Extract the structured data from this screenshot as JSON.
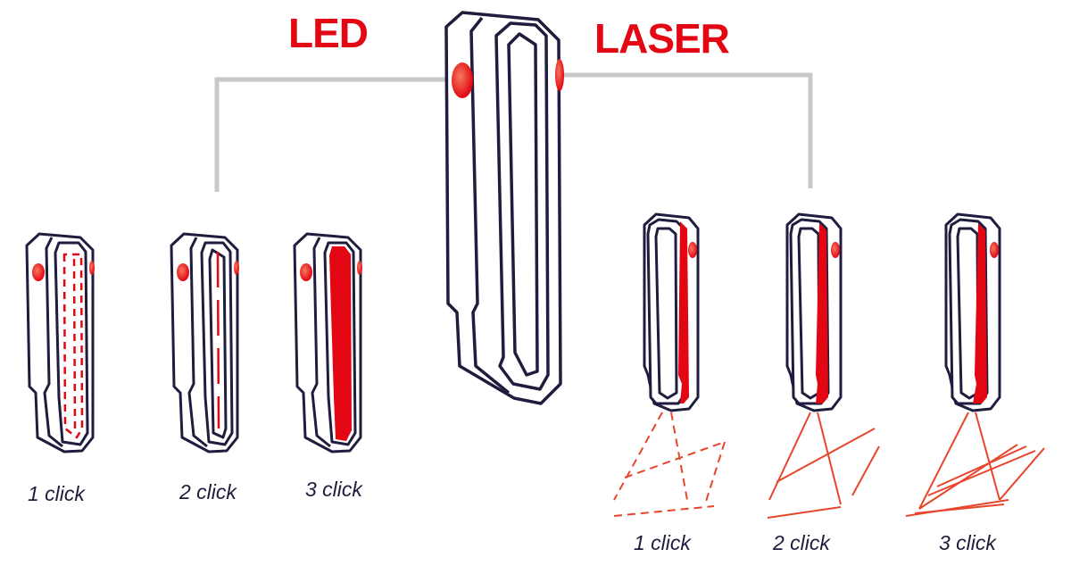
{
  "titles": {
    "led": "LED",
    "laser": "LASER"
  },
  "led_modes": [
    {
      "caption": "1 click",
      "mode": "dashed outline glow"
    },
    {
      "caption": "2 click",
      "mode": "dashed center line"
    },
    {
      "caption": "3 click",
      "mode": "solid fill"
    }
  ],
  "laser_modes": [
    {
      "caption": "1 click",
      "mode": "dashed cross projection"
    },
    {
      "caption": "2 click",
      "mode": "solid cross projection"
    },
    {
      "caption": "3 click",
      "mode": "full cross projection"
    }
  ],
  "colors": {
    "outline": "#1f1d3d",
    "accent": "#e30613",
    "connector": "#c8c8c8",
    "lens": "#e8452c",
    "laser_line": "#e8452c"
  },
  "icons": {
    "lens": "lens-dot-icon",
    "device": "flashlight-device-icon"
  }
}
